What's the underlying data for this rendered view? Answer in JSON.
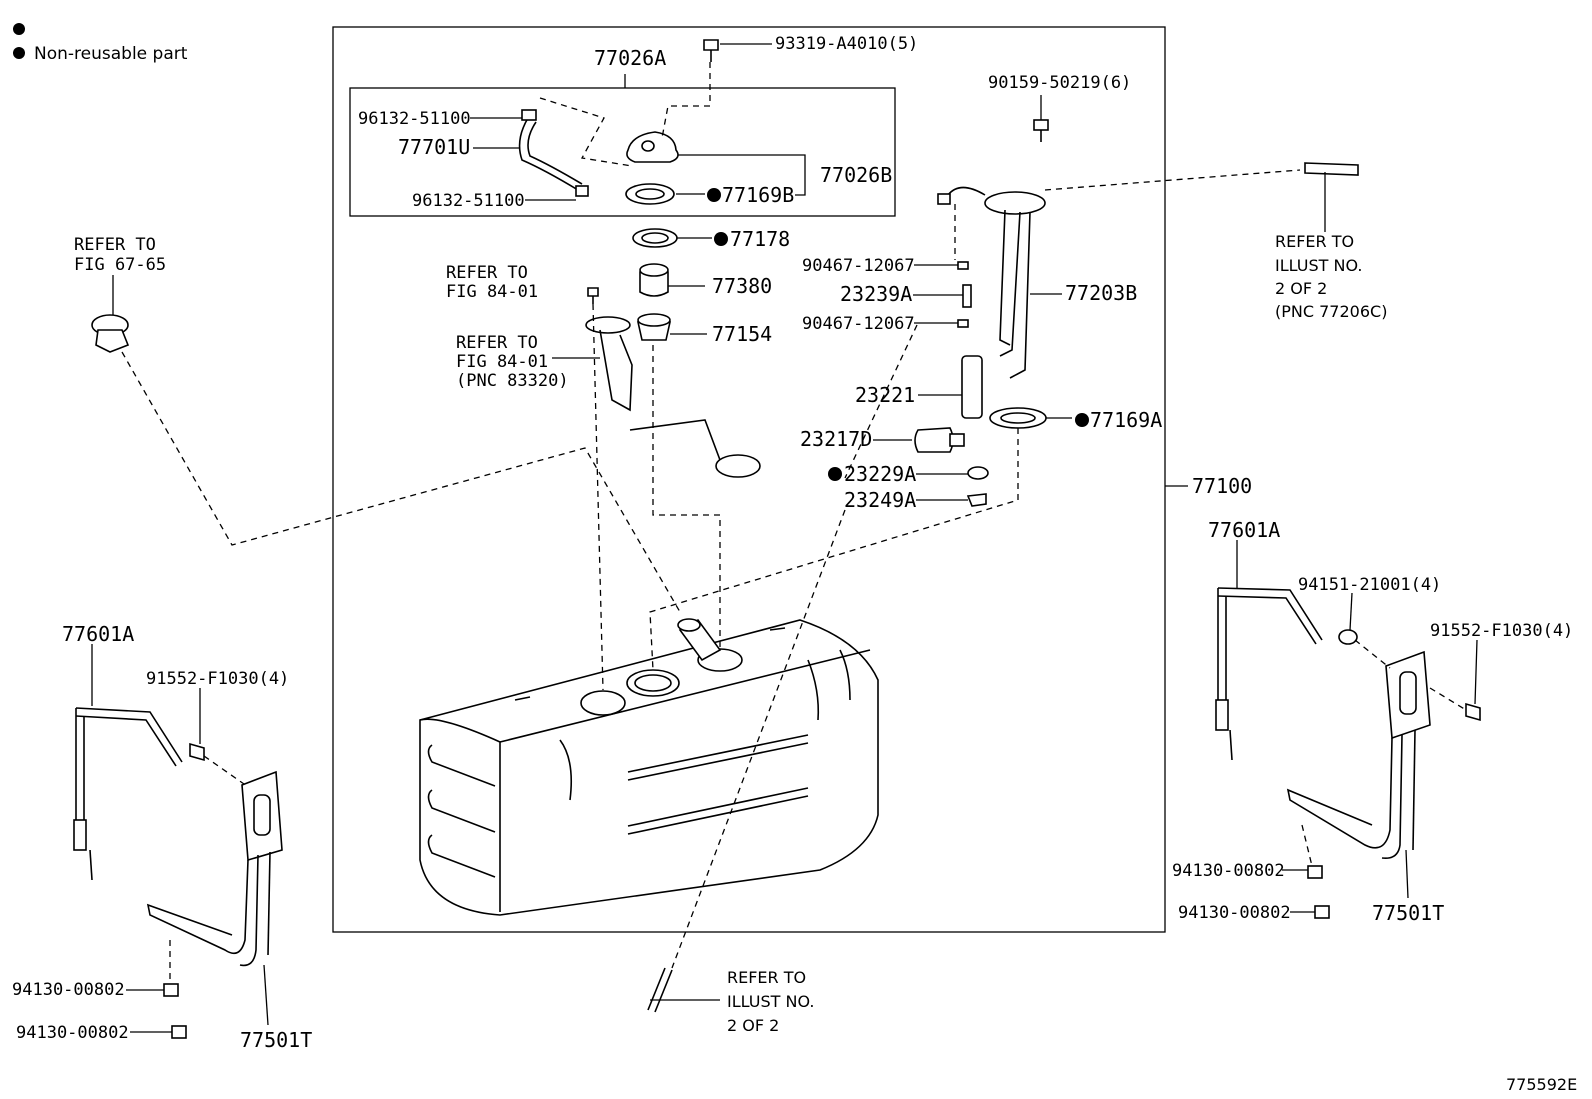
{
  "legend": {
    "line1": "",
    "line2": "Non-reusable part"
  },
  "figure_id": "775592E",
  "labels": {
    "p77026A": "77026A",
    "p93319": "93319-A4010(5)",
    "p96132a": "96132-51100",
    "p77701U": "77701U",
    "p96132b": "96132-51100",
    "p77026B": "77026B",
    "p77169B": "77169B",
    "p77178": "77178",
    "p77380": "77380",
    "p77154": "77154",
    "p90159": "90159-50219(6)",
    "p90467a": "90467-12067",
    "p23239A": "23239A",
    "p90467b": "90467-12067",
    "p77203B": "77203B",
    "p23221": "23221",
    "p23217D": "23217D",
    "p77169A": "77169A",
    "p23229A": "23229A",
    "p23249A": "23249A",
    "p77100": "77100",
    "l77601A": "77601A",
    "l91552": "91552-F1030(4)",
    "l94130a": "94130-00802",
    "l94130b": "94130-00802",
    "l77501T": "77501T",
    "r77601A": "77601A",
    "r94151": "94151-21001(4)",
    "r91552": "91552-F1030(4)",
    "r94130a": "94130-00802",
    "r94130b": "94130-00802",
    "r77501T": "77501T"
  },
  "refs": {
    "fig6765": [
      "REFER TO",
      "FIG 67-65"
    ],
    "fig8401a": [
      "REFER TO",
      "FIG 84-01"
    ],
    "fig8401b": [
      "REFER TO",
      "FIG 84-01",
      "(PNC 83320)"
    ],
    "illust_right": [
      "REFER TO",
      "ILLUST NO.",
      "2 OF 2",
      "(PNC 77206C)"
    ],
    "illust_bottom": [
      "REFER TO",
      "ILLUST NO.",
      "2 OF 2"
    ]
  }
}
